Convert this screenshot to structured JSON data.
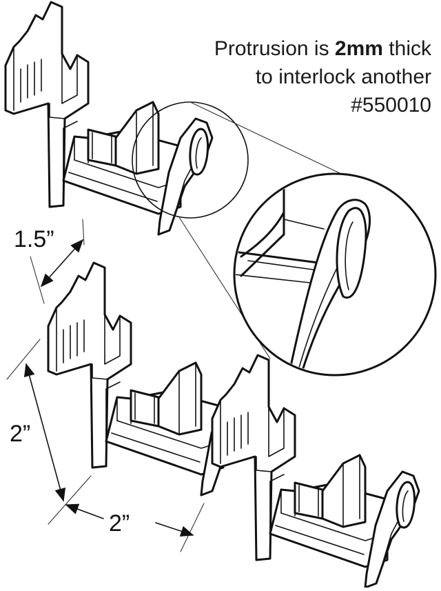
{
  "caption": {
    "line1_prefix": "Protrusion is ",
    "line1_bold": "2mm",
    "line1_suffix": " thick",
    "line2": "to interlock another",
    "line3": "#550010"
  },
  "dimensions": {
    "depth": "1.5”",
    "height": "2”",
    "width": "2”"
  },
  "colors": {
    "ink": "#111111",
    "background": "#ffffff"
  }
}
